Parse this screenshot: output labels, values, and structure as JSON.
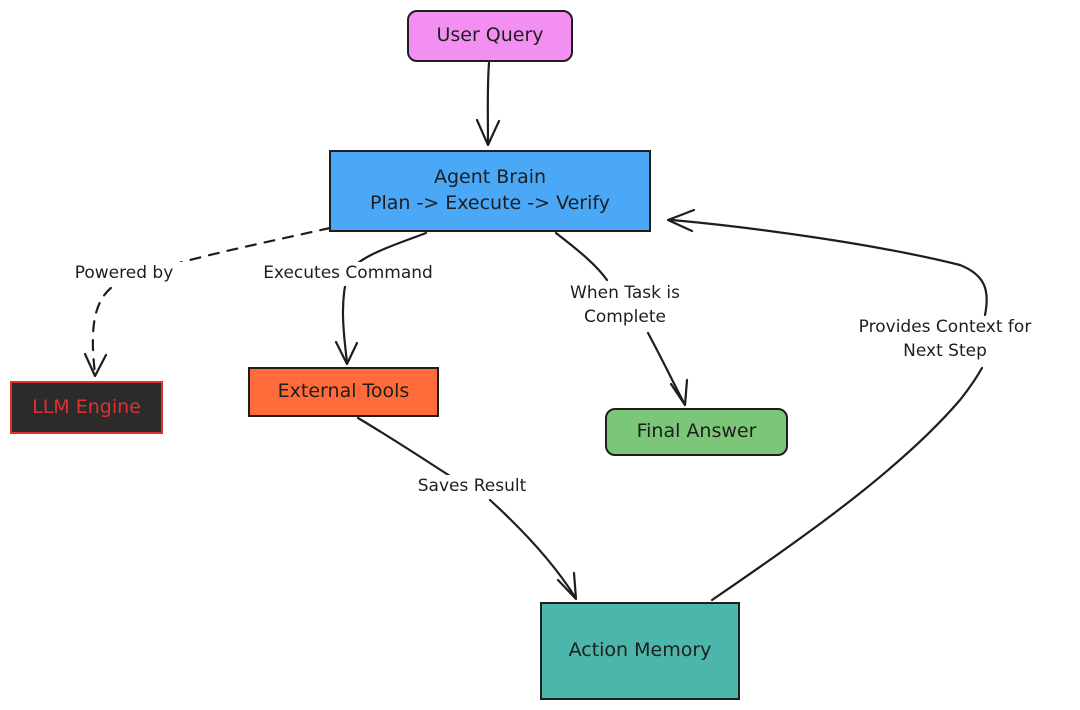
{
  "nodes": {
    "user_query": {
      "label": "User Query",
      "color": "#f38ff3"
    },
    "agent_brain": {
      "line1": "Agent Brain",
      "line2": "Plan -> Execute -> Verify",
      "color": "#4aa8f7"
    },
    "llm_engine": {
      "label": "LLM Engine",
      "color": "#2b2b2b",
      "text_color": "#e03131",
      "border_color": "#e03131"
    },
    "external_tools": {
      "label": "External Tools",
      "color": "#ff6b3a"
    },
    "final_answer": {
      "label": "Final Answer",
      "color": "#7cc67a"
    },
    "action_memory": {
      "label": "Action Memory",
      "color": "#4db6ac"
    }
  },
  "edges": {
    "powered_by": {
      "label": "Powered by"
    },
    "executes_command": {
      "label": "Executes Command"
    },
    "task_complete": {
      "line1": "When Task is",
      "line2": "Complete"
    },
    "saves_result": {
      "label": "Saves Result"
    },
    "provides_context": {
      "line1": "Provides Context for",
      "line2": "Next Step"
    }
  }
}
